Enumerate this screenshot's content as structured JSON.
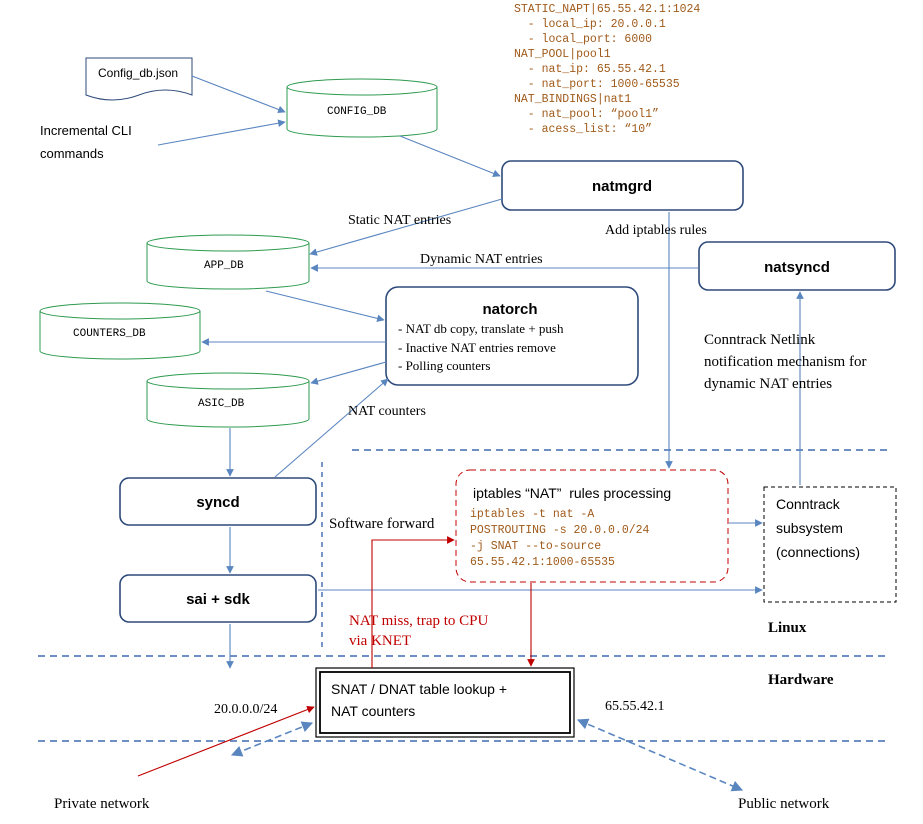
{
  "config_text": [
    "STATIC_NAPT|65.55.42.1:1024",
    "  - local_ip: 20.0.0.1",
    "  - local_port: 6000",
    "NAT_POOL|pool1",
    "  - nat_ip: 65.55.42.1",
    "  - nat_port: 1000-65535",
    "NAT_BINDINGS|nat1",
    "  - nat_pool: “pool1”",
    "  - acess_list: “10”"
  ],
  "config_file": "Config_db.json",
  "cli": [
    "Incremental CLI",
    "commands"
  ],
  "dbs": {
    "config": "CONFIG_DB",
    "app": "APP_DB",
    "counters": "COUNTERS_DB",
    "asic": "ASIC_DB"
  },
  "nodes": {
    "natmgrd": "natmgrd",
    "natsyncd": "natsyncd",
    "natorch_title": "natorch",
    "natorch_lines": [
      "- NAT db copy, translate + push",
      "- Inactive NAT entries remove",
      "- Polling counters"
    ],
    "syncd": "syncd",
    "saisdk": "sai + sdk"
  },
  "labels": {
    "static_nat": "Static NAT entries",
    "add_iptables": "Add iptables rules",
    "dynamic_nat": "Dynamic NAT entries",
    "conntrack_netlink": [
      "Conntrack Netlink",
      "notification mechanism for",
      "dynamic NAT entries"
    ],
    "nat_counters": "NAT counters",
    "software_forward": "Software forward",
    "nat_miss": [
      "NAT miss, trap to CPU",
      "via KNET"
    ],
    "linux": "Linux",
    "hardware": "Hardware",
    "private_ip": "20.0.0.0/24",
    "public_ip": "65.55.42.1",
    "private_network": "Private network",
    "public_network": "Public network"
  },
  "iptables": {
    "title": "iptables “NAT”  rules processing",
    "cmd": [
      "iptables -t nat -A",
      "POSTROUTING -s 20.0.0.0/24",
      "-j SNAT --to-source",
      "65.55.42.1:1000-65535"
    ]
  },
  "conntrack": [
    "Conntrack",
    "subsystem",
    "(connections)"
  ],
  "hw_table": [
    "SNAT / DNAT table lookup +",
    "NAT counters"
  ],
  "colors": {
    "box_stroke": "#2e4a7a",
    "db_stroke": "#2e9a4e",
    "arrow": "#5a86c0",
    "red": "#c00000",
    "config_text": "#a05a1a"
  }
}
